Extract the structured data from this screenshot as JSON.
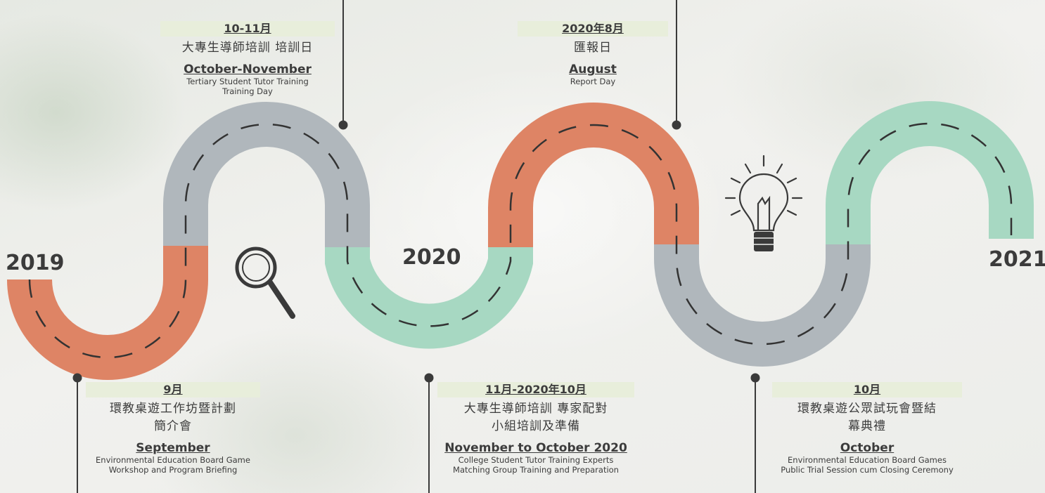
{
  "years": [
    "2019",
    "2020",
    "2021"
  ],
  "milestones": [
    {
      "tag": "10-11月",
      "zh": [
        "大專生導師培訓 培訓日"
      ],
      "en_title": "October-November",
      "en_desc": [
        "Tertiary Student Tutor Training",
        "Training Day"
      ]
    },
    {
      "tag": "2020年8月",
      "zh": [
        "匯報日"
      ],
      "en_title": "August",
      "en_desc": [
        "Report Day"
      ]
    },
    {
      "tag": "9月",
      "zh": [
        "環教桌遊工作坊暨計劃",
        "簡介會"
      ],
      "en_title": "September",
      "en_desc": [
        "Environmental Education Board Game",
        "Workshop and Program Briefing"
      ]
    },
    {
      "tag": "11月-2020年10月",
      "zh": [
        "大專生導師培訓 專家配對",
        "小組培訓及準備"
      ],
      "en_title": "November to October 2020",
      "en_desc": [
        "College Student Tutor Training Experts",
        "Matching Group Training and Preparation"
      ]
    },
    {
      "tag": "10月",
      "zh": [
        "環教桌遊公眾試玩會暨結",
        "幕典禮"
      ],
      "en_title": "October",
      "en_desc": [
        "Environmental Education Board Games",
        "Public Trial Session cum Closing Ceremony"
      ]
    }
  ],
  "icons": [
    "magnifier-icon",
    "lightbulb-icon"
  ],
  "colors": {
    "orange": "#de8465",
    "grey": "#b0b7bc",
    "green": "#a7d8c2",
    "line": "#3a3a3a"
  }
}
